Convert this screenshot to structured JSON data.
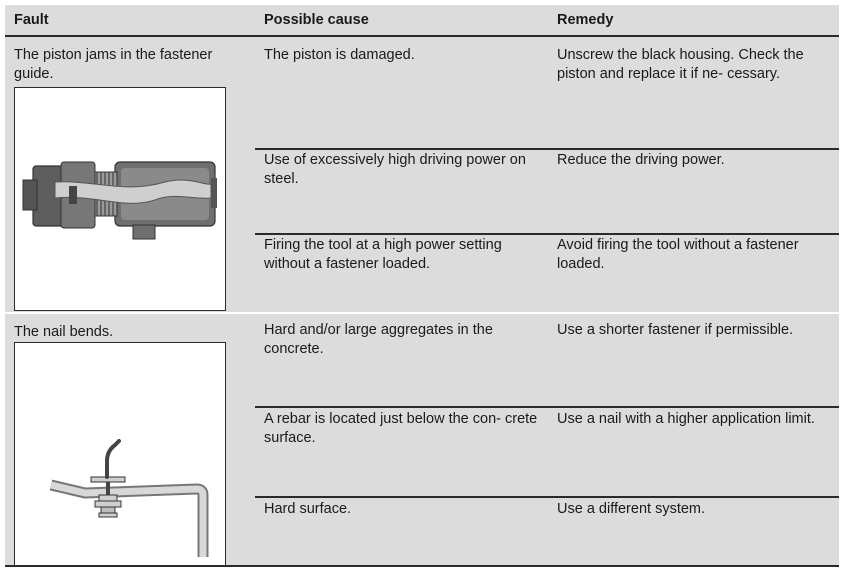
{
  "header": {
    "fault": "Fault",
    "cause": "Possible cause",
    "remedy": "Remedy"
  },
  "rows": [
    {
      "fault": "The piston jams in the fastener guide.",
      "image_icon": "tool-fastener-guide-illustration",
      "items": [
        {
          "cause": "The piston is damaged.",
          "remedy": "Unscrew the black housing. Check the piston and replace it if ne- cessary."
        },
        {
          "cause": "Use of excessively high driving power on steel.",
          "remedy": "Reduce the driving power."
        },
        {
          "cause": "Firing the tool at a high power setting without a fastener loaded.",
          "remedy": "Avoid firing the tool without a fastener loaded."
        }
      ]
    },
    {
      "fault": "The nail bends.",
      "image_icon": "bent-nail-illustration",
      "items": [
        {
          "cause": "Hard and/or large aggregates in the concrete.",
          "remedy": "Use a shorter fastener if permissible."
        },
        {
          "cause": "A rebar is located just below the con- crete surface.",
          "remedy": "Use a nail with a higher application limit."
        },
        {
          "cause": "Hard surface.",
          "remedy": "Use a different system."
        }
      ]
    }
  ],
  "colors": {
    "cell_background": "#dcdcdc",
    "rule": "#2a2a2a",
    "image_background": "#ffffff"
  }
}
